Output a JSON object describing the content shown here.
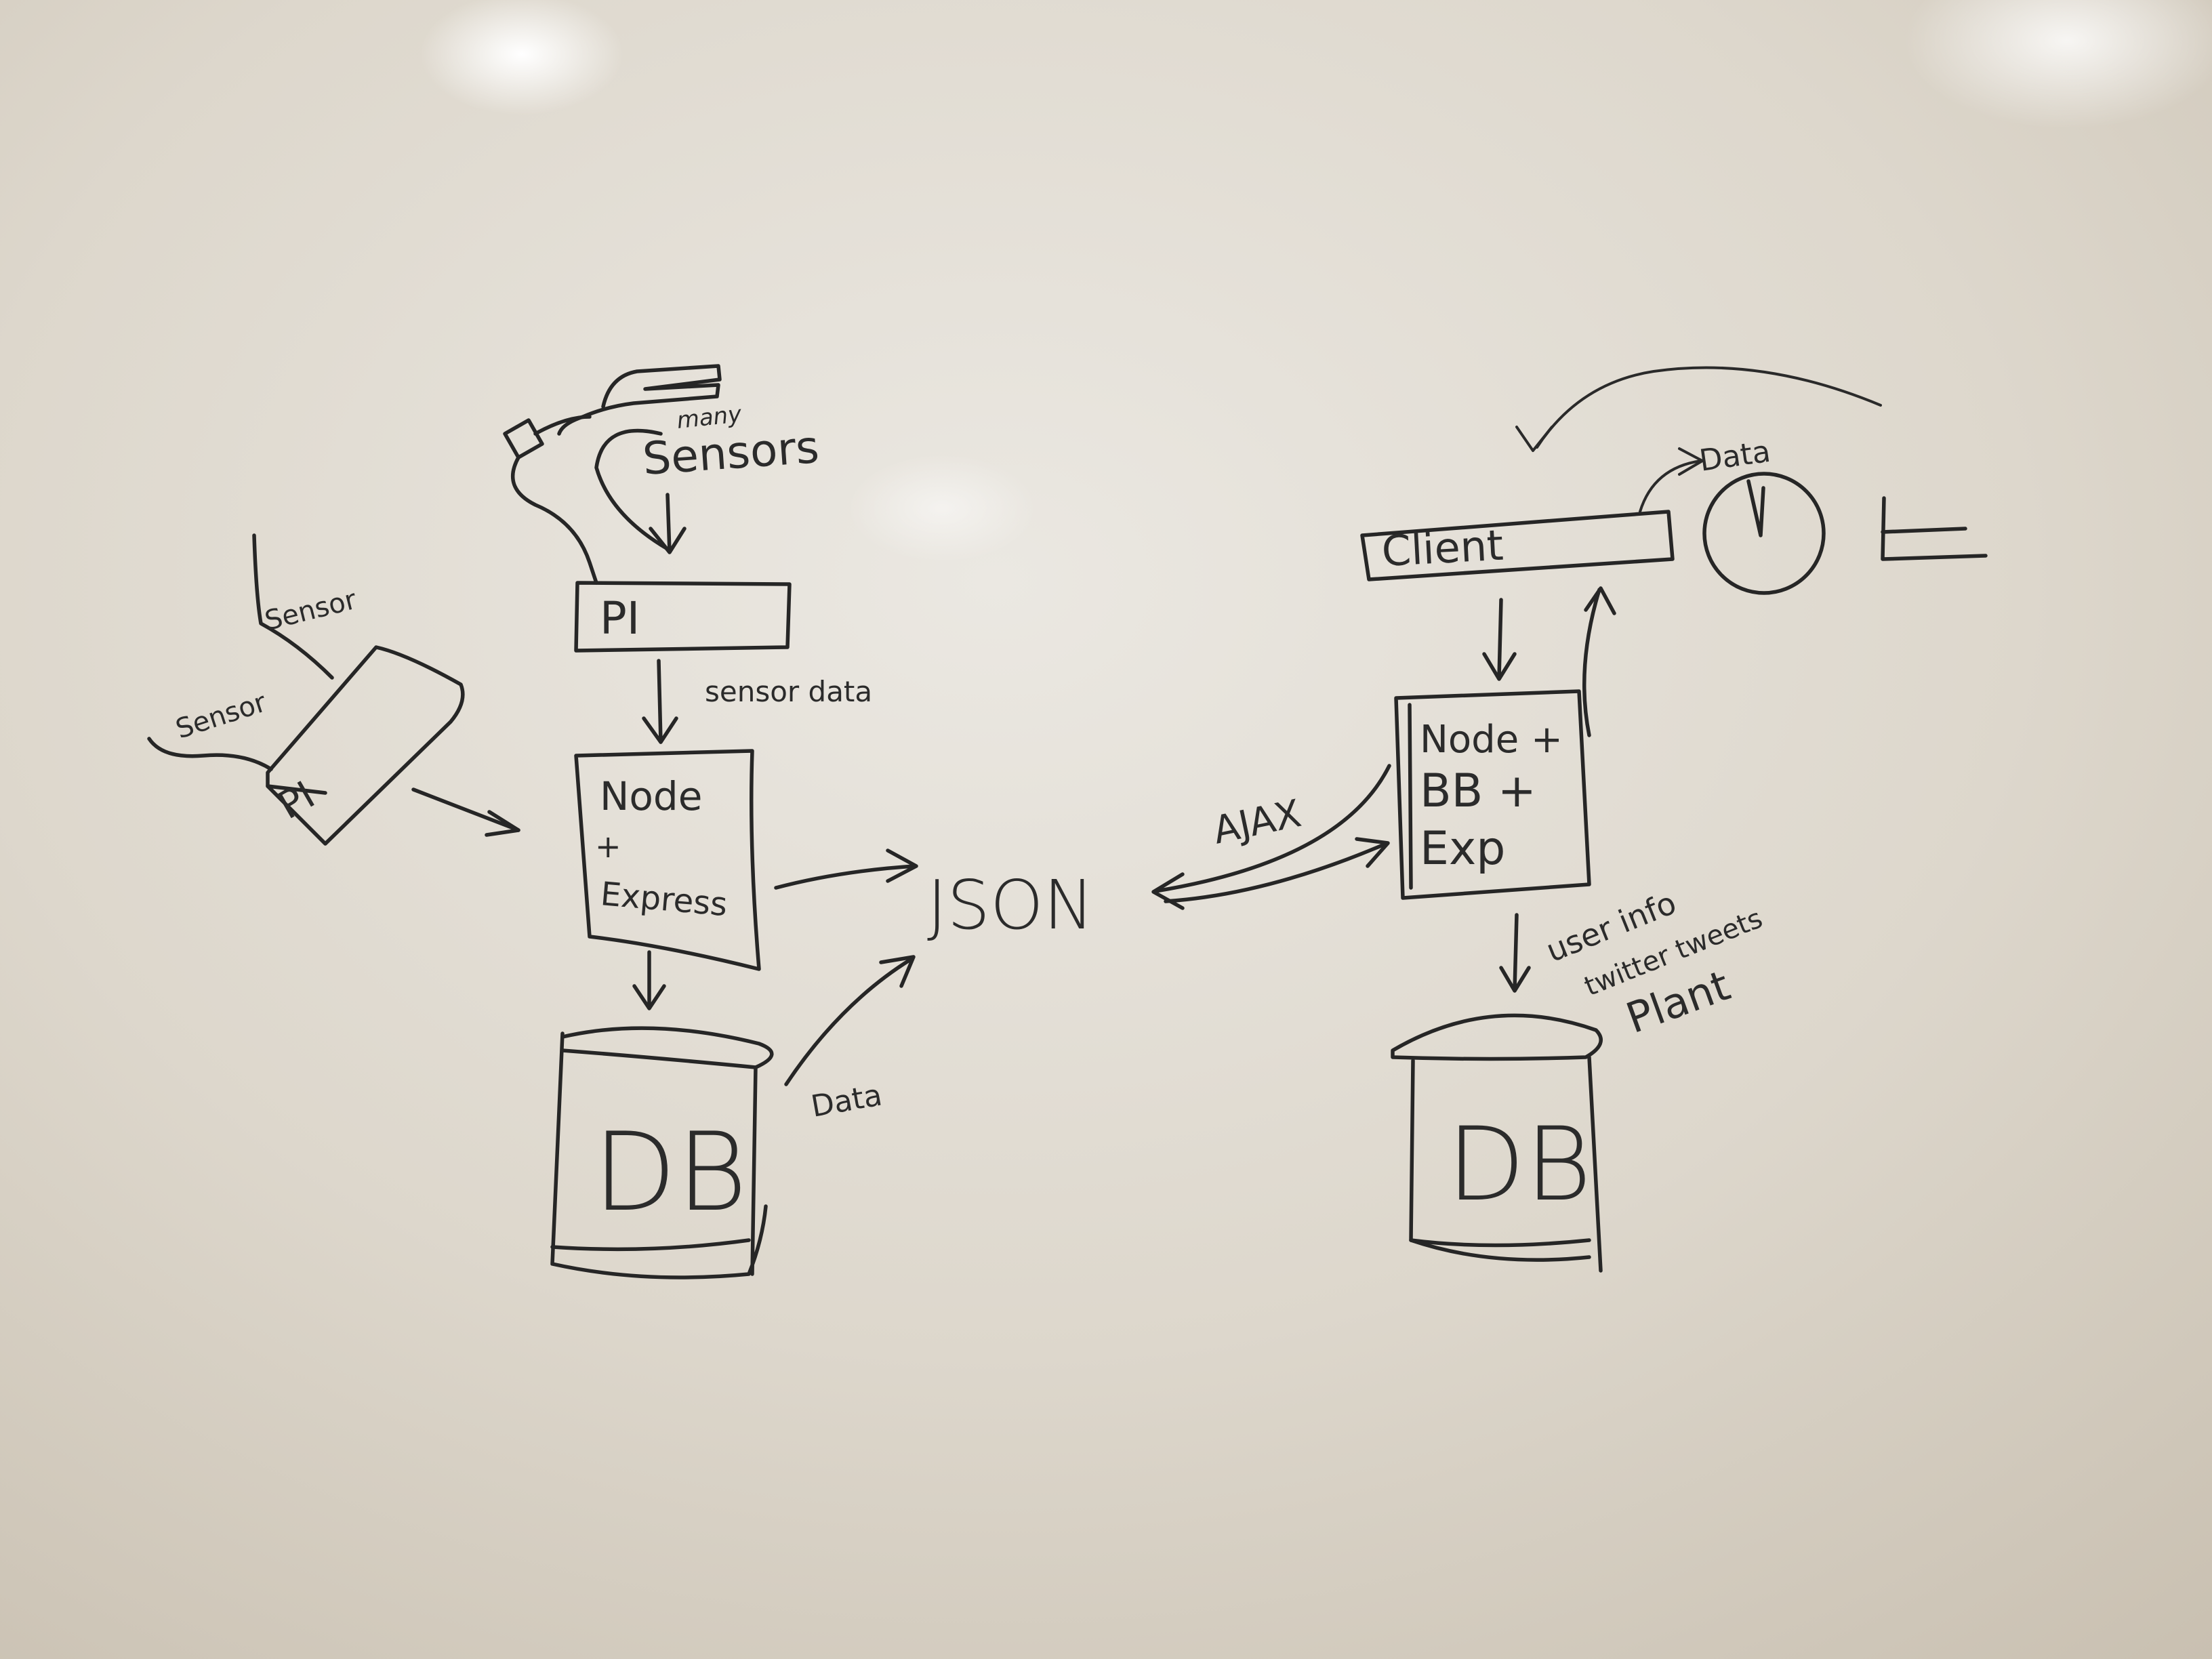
{
  "left": {
    "many_label": "many",
    "sensors_label": "Sensors",
    "pi_top_label": "PI",
    "sensor_data_label": "sensor data",
    "sensor_label_1": "Sensor",
    "sensor_label_2": "Sensor",
    "pi_left_label": "PI",
    "node_express": {
      "line1": "Node",
      "line2": "+",
      "line3": "Express"
    },
    "db_label": "DB",
    "data_label": "Data"
  },
  "center": {
    "json_label": "JSON"
  },
  "right": {
    "client_label": "Client",
    "data_label": "Data",
    "server": {
      "line1": "Node +",
      "line2": "BB +",
      "line3": "Exp"
    },
    "ajax_label": "AJAX",
    "db_notes": [
      "user info",
      "twitter tweets",
      "Plant"
    ],
    "db_label": "DB"
  },
  "colors": {
    "board": "#ddd7cc",
    "ink": "#262626"
  }
}
